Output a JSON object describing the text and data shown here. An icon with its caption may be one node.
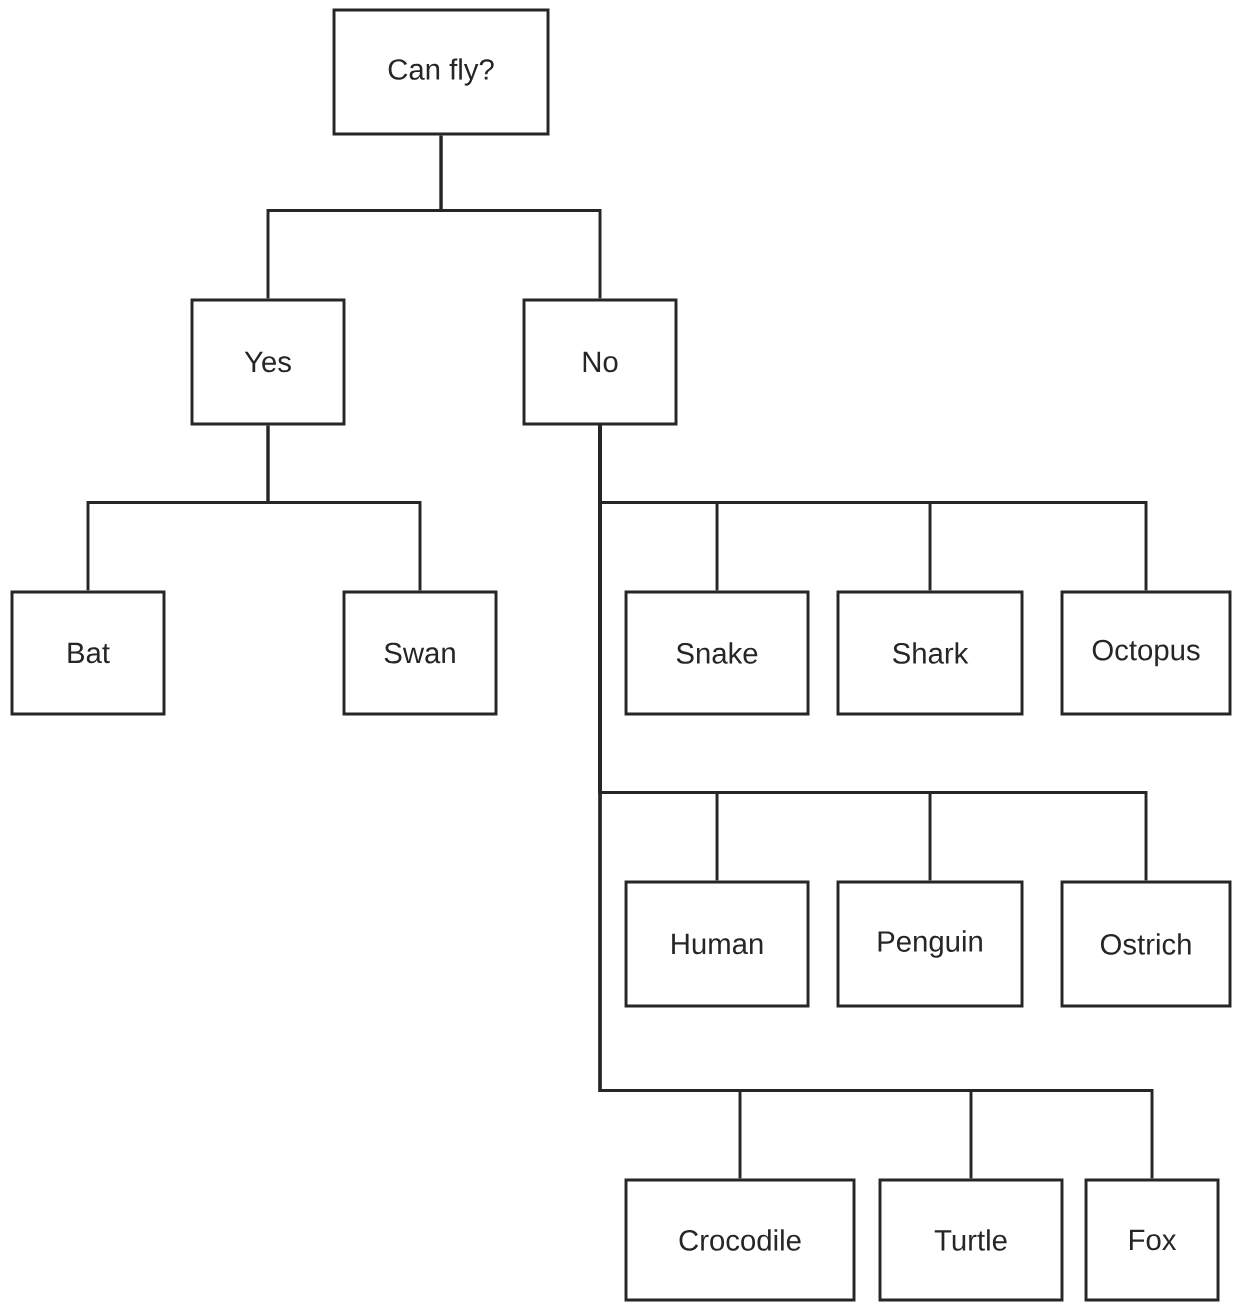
{
  "diagram": {
    "nodes": [
      {
        "text": [
          "Can fly?"
        ]
      },
      {
        "text": [
          "Yes"
        ]
      },
      {
        "text": [
          "No"
        ]
      },
      {
        "text": [
          "Bat"
        ]
      },
      {
        "text": [
          "Swan"
        ]
      },
      {
        "text": [
          "Snake"
        ]
      },
      {
        "text": [
          "Shark"
        ]
      },
      {
        "text": [
          "Octopus"
        ]
      },
      {
        "text": [
          "Human"
        ]
      },
      {
        "text": [
          "Penguin"
        ]
      },
      {
        "text": [
          "Ostrich"
        ]
      },
      {
        "text": [
          "Crocodile"
        ]
      },
      {
        "text": [
          "Turtle"
        ]
      },
      {
        "text": [
          "Fox"
        ]
      }
    ],
    "edges": [
      {
        "from": 0,
        "to": 1,
        "arrow": "none"
      },
      {
        "from": 0,
        "to": 2,
        "arrow": "none"
      },
      {
        "from": 1,
        "to": 3,
        "arrow": "none"
      },
      {
        "from": 1,
        "to": 4,
        "arrow": "none"
      },
      {
        "from": 2,
        "to": 5,
        "arrow": "none"
      },
      {
        "from": 2,
        "to": 6,
        "arrow": "none"
      },
      {
        "from": 2,
        "to": 7,
        "arrow": "none"
      },
      {
        "from": 2,
        "to": 8,
        "arrow": "none"
      },
      {
        "from": 2,
        "to": 9,
        "arrow": "none"
      },
      {
        "from": 2,
        "to": 10,
        "arrow": "none"
      },
      {
        "from": 2,
        "to": 11,
        "arrow": "none"
      },
      {
        "from": 2,
        "to": 12,
        "arrow": "none"
      },
      {
        "from": 2,
        "to": 13,
        "arrow": "none"
      }
    ]
  }
}
